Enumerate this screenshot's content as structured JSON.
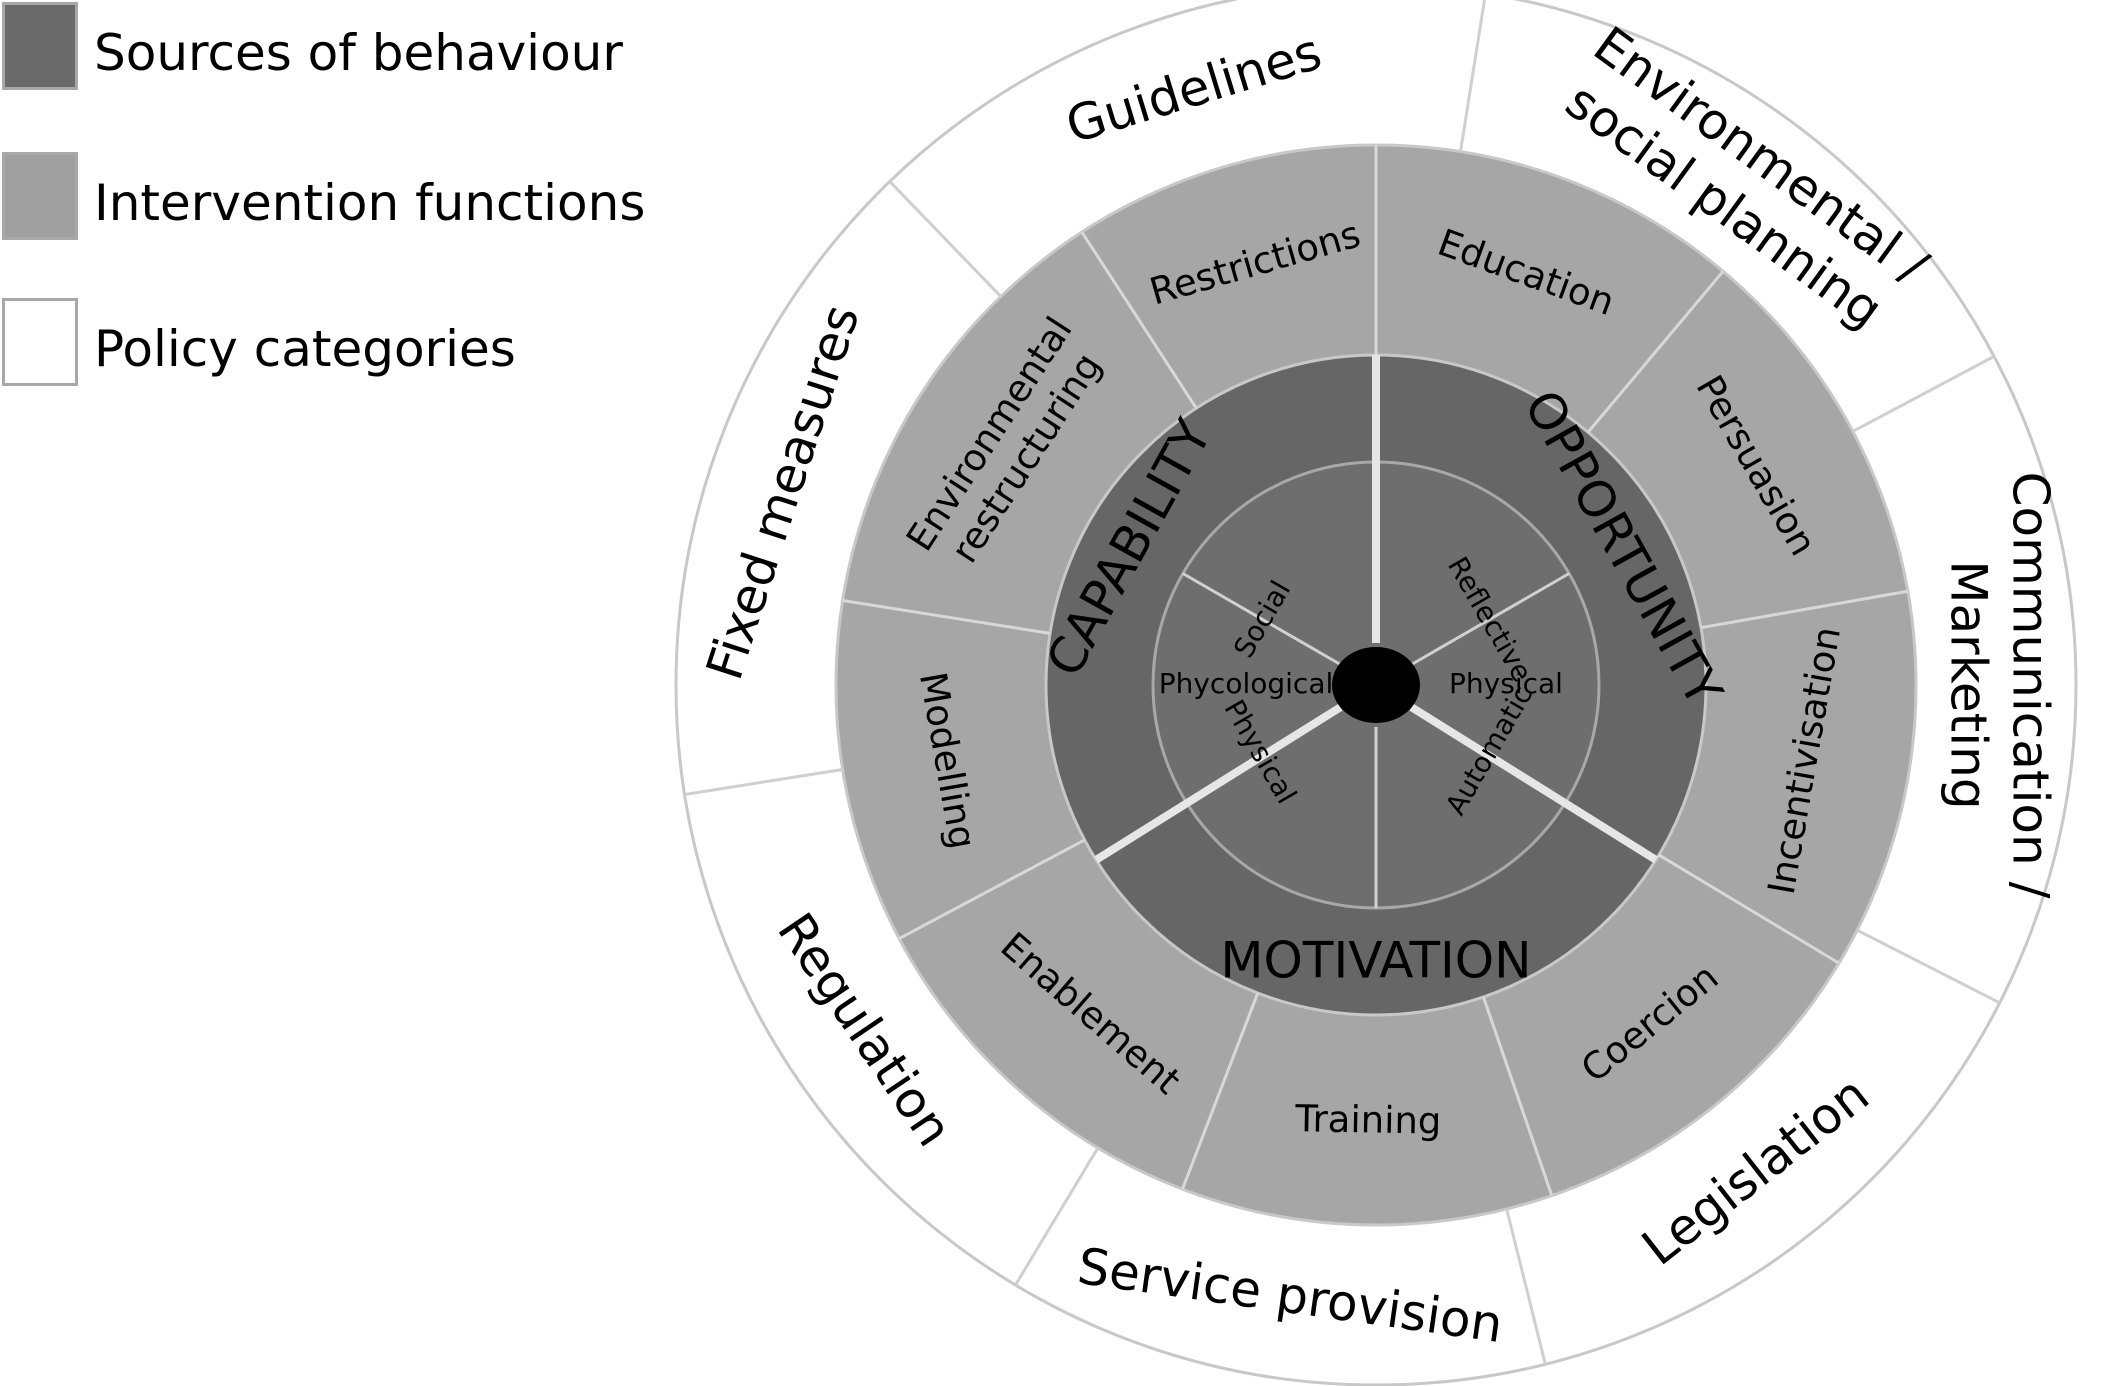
{
  "colors": {
    "sources": "#666666",
    "inner_sub": "#6e6e6e",
    "interventions": "#a6a6a6",
    "policy": "#ffffff",
    "outline": "#c8c8c8",
    "center": "#000000"
  },
  "legend": [
    {
      "label": "Sources of behaviour",
      "color": "#6a6a6a"
    },
    {
      "label": "Intervention functions",
      "color": "#a0a0a0"
    },
    {
      "label": "Policy categories",
      "color": "#ffffff"
    }
  ],
  "wheel": {
    "sources": [
      {
        "label": "CAPABILITY",
        "subs": [
          "Phycological",
          "Physical"
        ]
      },
      {
        "label": "OPPORTUNITY",
        "subs": [
          "Social",
          "Physical"
        ]
      },
      {
        "label": "MOTIVATION",
        "subs": [
          "Reflective",
          "Automatic"
        ]
      }
    ],
    "interventions": [
      "Education",
      "Persuasion",
      "Incentivisation",
      "Coercion",
      "Training",
      "Enablement",
      "Modelling",
      "Environmental restructuring",
      "Restrictions"
    ],
    "policies": [
      "Environmental / social planning",
      "Communication / Marketing",
      "Legislation",
      "Service provision",
      "Regulation",
      "Fixed measures",
      "Guidelines"
    ]
  }
}
